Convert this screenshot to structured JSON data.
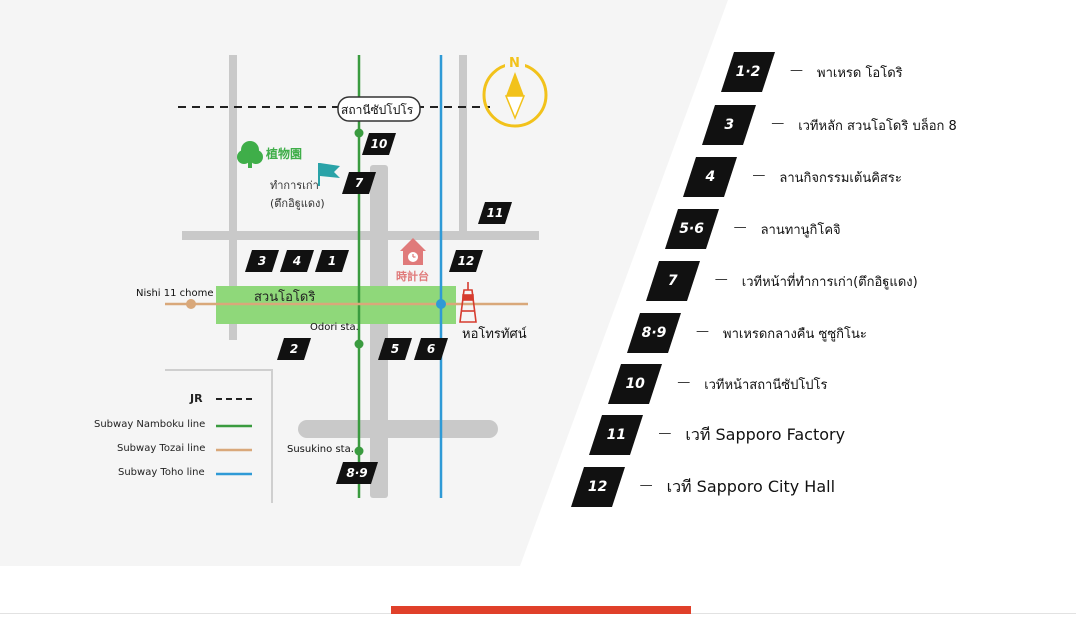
{
  "map": {
    "station_sapporo": "สถานีซัปโปโร",
    "compass_letter": "N",
    "botanical_garden": "植物園",
    "old_government": "ทำการเก่า",
    "old_government_2": "(ตึกอิฐูแดง)",
    "clock_tower": "時計台",
    "odori_park": "สวนโอโดริ",
    "nishi_11": "Nishi 11 chome",
    "odori_sta": "Odori sta.",
    "tv_tower": "หอโทรทัศน์",
    "susukino_sta": "Susukino sta.",
    "badges": [
      "10",
      "7",
      "11",
      "3",
      "4",
      "1",
      "12",
      "2",
      "5",
      "6",
      "8·9"
    ]
  },
  "line_legend": {
    "jr": "JR",
    "namboku": "Subway Namboku line",
    "tozai": "Subway Tozai line",
    "toho": "Subway Toho line"
  },
  "colors": {
    "namboku": "#3a9b3f",
    "tozai": "#d9a87a",
    "toho": "#2f9ad6",
    "park": "#8fd87a",
    "accent": "#e0402a",
    "compass": "#f2c21b",
    "clock": "#e07a7a",
    "tower": "#d63c2f"
  },
  "venues": [
    {
      "num": "1·2",
      "name": "พาเหรด โอโดริ"
    },
    {
      "num": "3",
      "name": "เวทีหลัก สวนโอโดริ บล็อก 8"
    },
    {
      "num": "4",
      "name": "ลานกิจกรรมเต้นคิสระ"
    },
    {
      "num": "5·6",
      "name": "ลานทานูกิโคจิ"
    },
    {
      "num": "7",
      "name": "เวทีหน้าที่ทำการเก่า(ตึกอิฐูแดง)"
    },
    {
      "num": "8·9",
      "name": "พาเหรดกลางคืน ซูซูกิโนะ"
    },
    {
      "num": "10",
      "name": "เวทีหน้าสถานีซัปโปโร"
    },
    {
      "num": "11",
      "name": "เวที Sapporo Factory"
    },
    {
      "num": "12",
      "name": "เวที Sapporo City Hall"
    }
  ],
  "dash": "—"
}
